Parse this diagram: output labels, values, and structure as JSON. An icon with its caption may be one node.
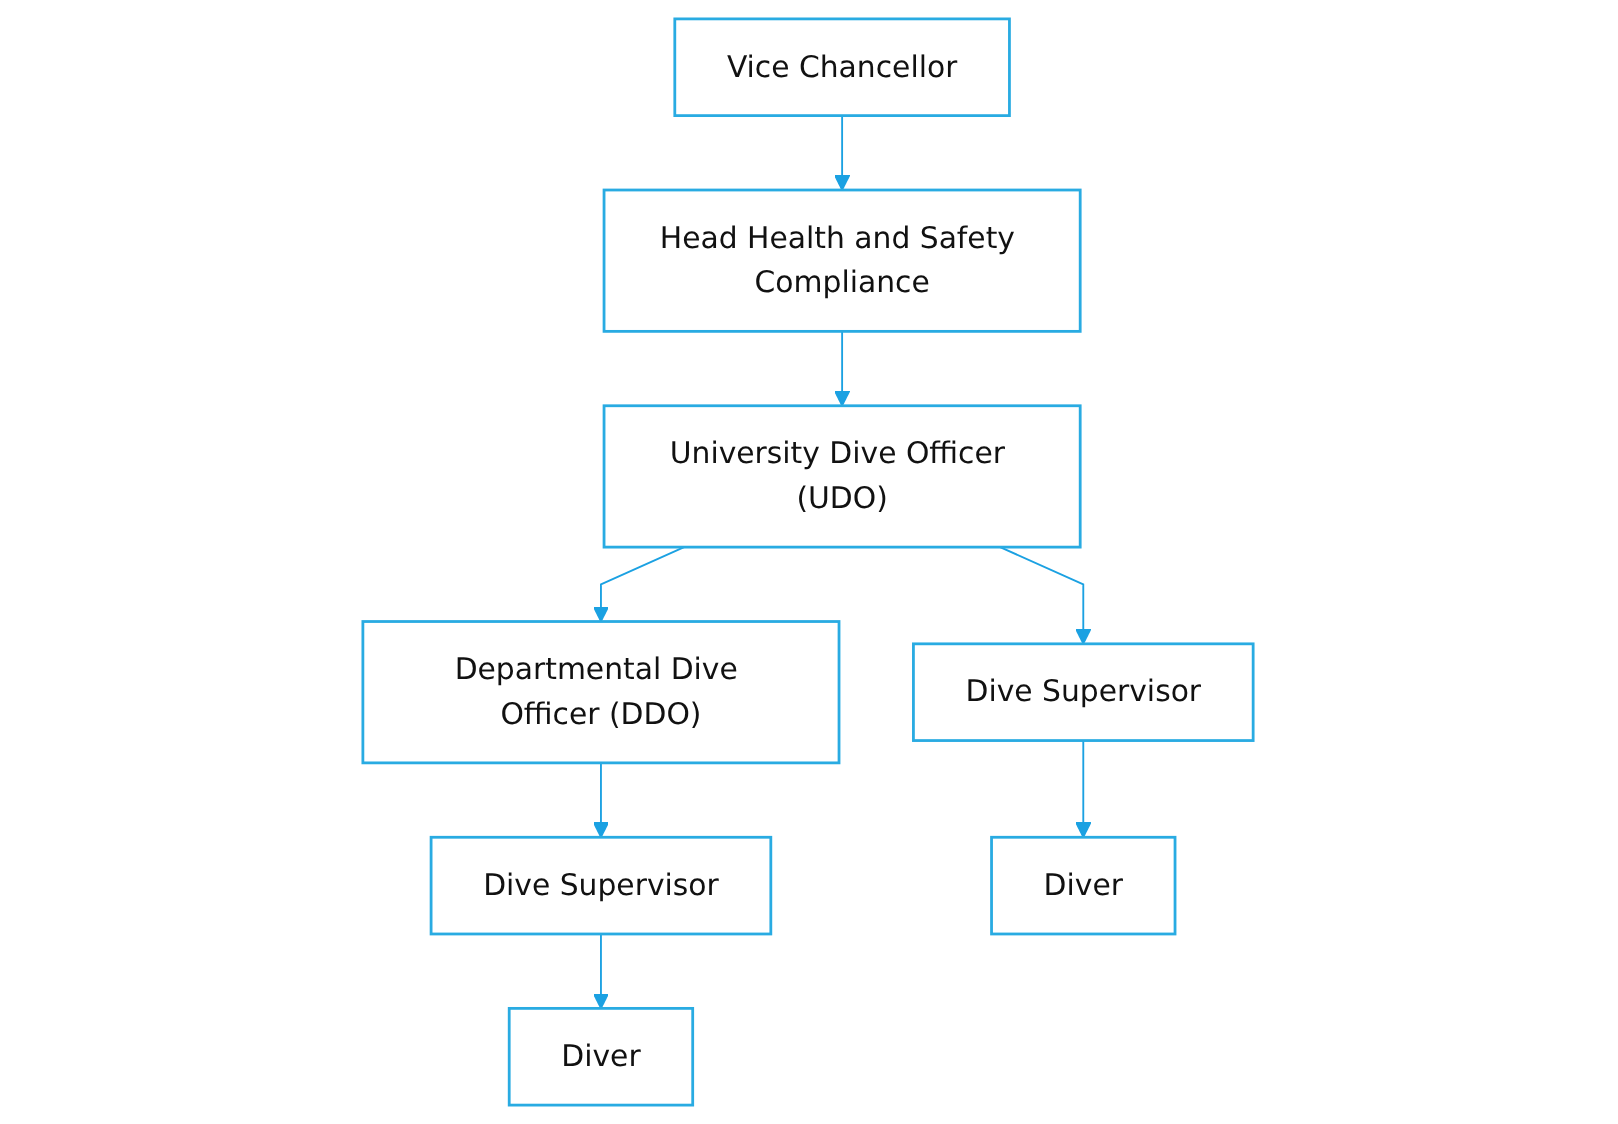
{
  "diagram": {
    "nodes": [
      {
        "text": [
          "Vice Chancellor"
        ]
      },
      {
        "text": [
          "Head Health and Safety Compliance"
        ]
      },
      {
        "text": [
          "University Dive Officer (UDO)"
        ]
      },
      {
        "text": [
          "Departmental Dive Officer (DDO)"
        ]
      },
      {
        "text": [
          "Dive Supervisor"
        ]
      },
      {
        "text": [
          "Dive Supervisor"
        ]
      },
      {
        "text": [
          "Diver"
        ]
      },
      {
        "text": [
          "Diver"
        ]
      }
    ],
    "edges": [
      {
        "from": 0,
        "to": 1,
        "arrow": "to"
      },
      {
        "from": 1,
        "to": 2,
        "arrow": "to"
      },
      {
        "from": 2,
        "to": 3,
        "arrow": "to"
      },
      {
        "from": 2,
        "to": 4,
        "arrow": "to"
      },
      {
        "from": 3,
        "to": 5,
        "arrow": "to"
      },
      {
        "from": 4,
        "to": 6,
        "arrow": "to"
      },
      {
        "from": 5,
        "to": 7,
        "arrow": "to"
      }
    ]
  }
}
